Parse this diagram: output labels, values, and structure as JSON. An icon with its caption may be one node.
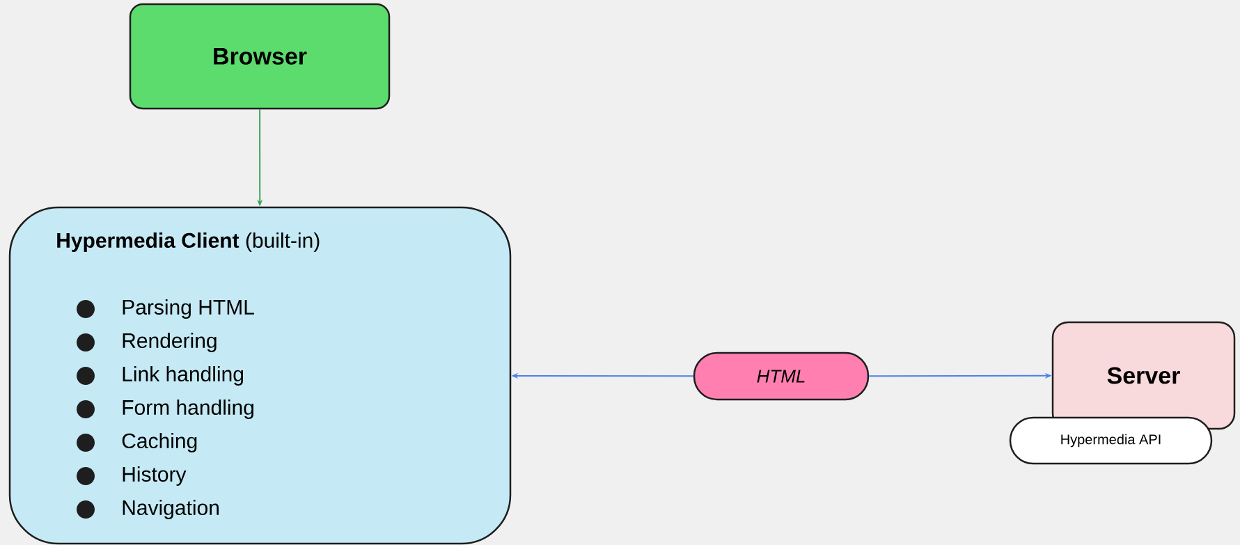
{
  "diagram": {
    "nodes": [
      {
        "text": [
          "Browser"
        ]
      },
      {
        "text": [
          "**Hypermedia Client** (built-in)",
          "Parsing HTML",
          "Rendering",
          "Link handling",
          "Form handling",
          "Caching",
          "History",
          "Navigation"
        ]
      },
      {
        "text": [
          "Server"
        ]
      },
      {
        "text": [
          "HTML"
        ]
      },
      {
        "text": [
          "Hypermedia API"
        ]
      }
    ],
    "edges": [
      {
        "from": 0,
        "to": 1,
        "arrow": "to",
        "color": "#3aa35a"
      },
      {
        "from": 3,
        "to": 1,
        "arrow": "to"
      },
      {
        "from": 3,
        "to": 2,
        "arrow": "to"
      }
    ]
  }
}
